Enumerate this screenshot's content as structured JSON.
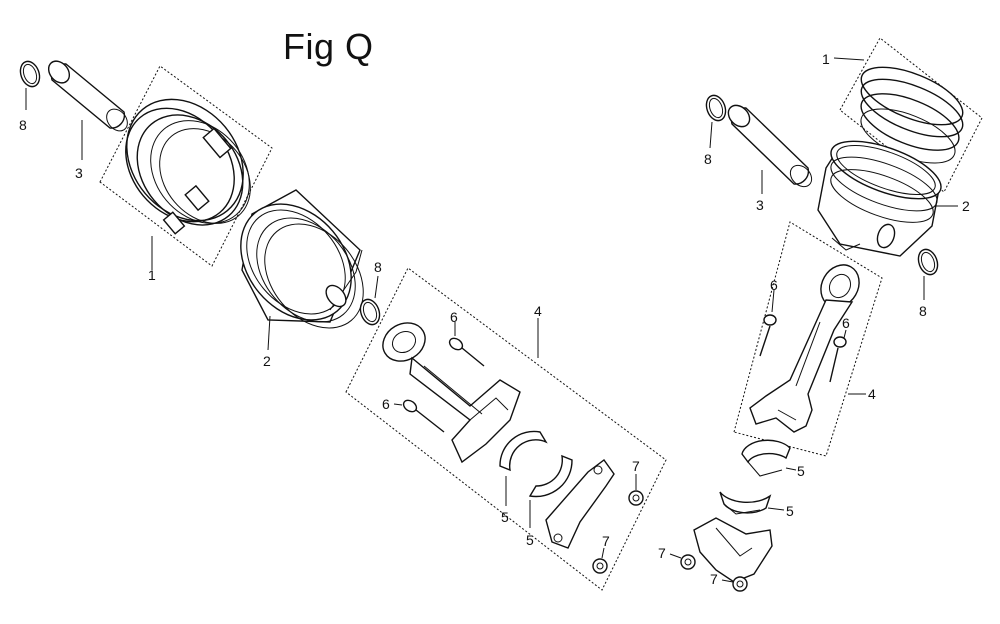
{
  "figure": {
    "title": "Fig Q"
  },
  "callouts": {
    "left_assembly": {
      "clip_top": "8",
      "pin": "3",
      "rings": "1",
      "piston": "2",
      "clip_mid": "8",
      "rod_assembly": "4",
      "bolt_upper": "6",
      "bolt_lower": "6",
      "bearing_a": "5",
      "bearing_b": "5",
      "nut_upper": "7",
      "nut_lower": "7"
    },
    "right_assembly": {
      "rings": "1",
      "clip_top": "8",
      "pin": "3",
      "piston": "2",
      "clip_right": "8",
      "bolt_left": "6",
      "bolt_right": "6",
      "rod_assembly": "4",
      "bearing_a": "5",
      "bearing_b": "5",
      "nut_left": "7",
      "nut_right": "7"
    }
  }
}
